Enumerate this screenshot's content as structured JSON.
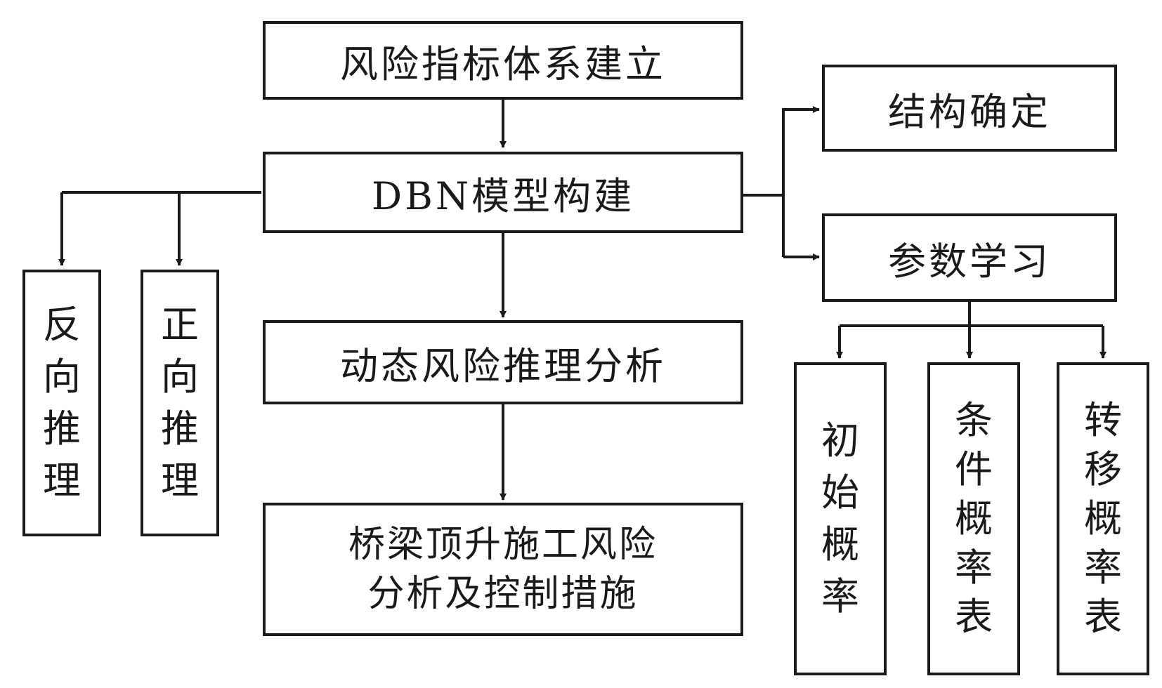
{
  "colors": {
    "line": "#1a1a1a",
    "background": "#ffffff"
  },
  "nodes": {
    "risk_index": "风险指标体系建立",
    "dbn_model": "DBN模型构建",
    "dynamic_risk": "动态风险推理分析",
    "final": {
      "line1": "桥梁顶升施工风险",
      "line2": "分析及控制措施"
    },
    "structure": "结构确定",
    "param_learning": "参数学习",
    "backward": [
      "反",
      "向",
      "推",
      "理"
    ],
    "forward": [
      "正",
      "向",
      "推",
      "理"
    ],
    "initial_prob": [
      "初",
      "始",
      "概",
      "率"
    ],
    "conditional_prob": [
      "条",
      "件",
      "概",
      "率",
      "表"
    ],
    "transition_prob": [
      "转",
      "移",
      "概",
      "率",
      "表"
    ]
  }
}
